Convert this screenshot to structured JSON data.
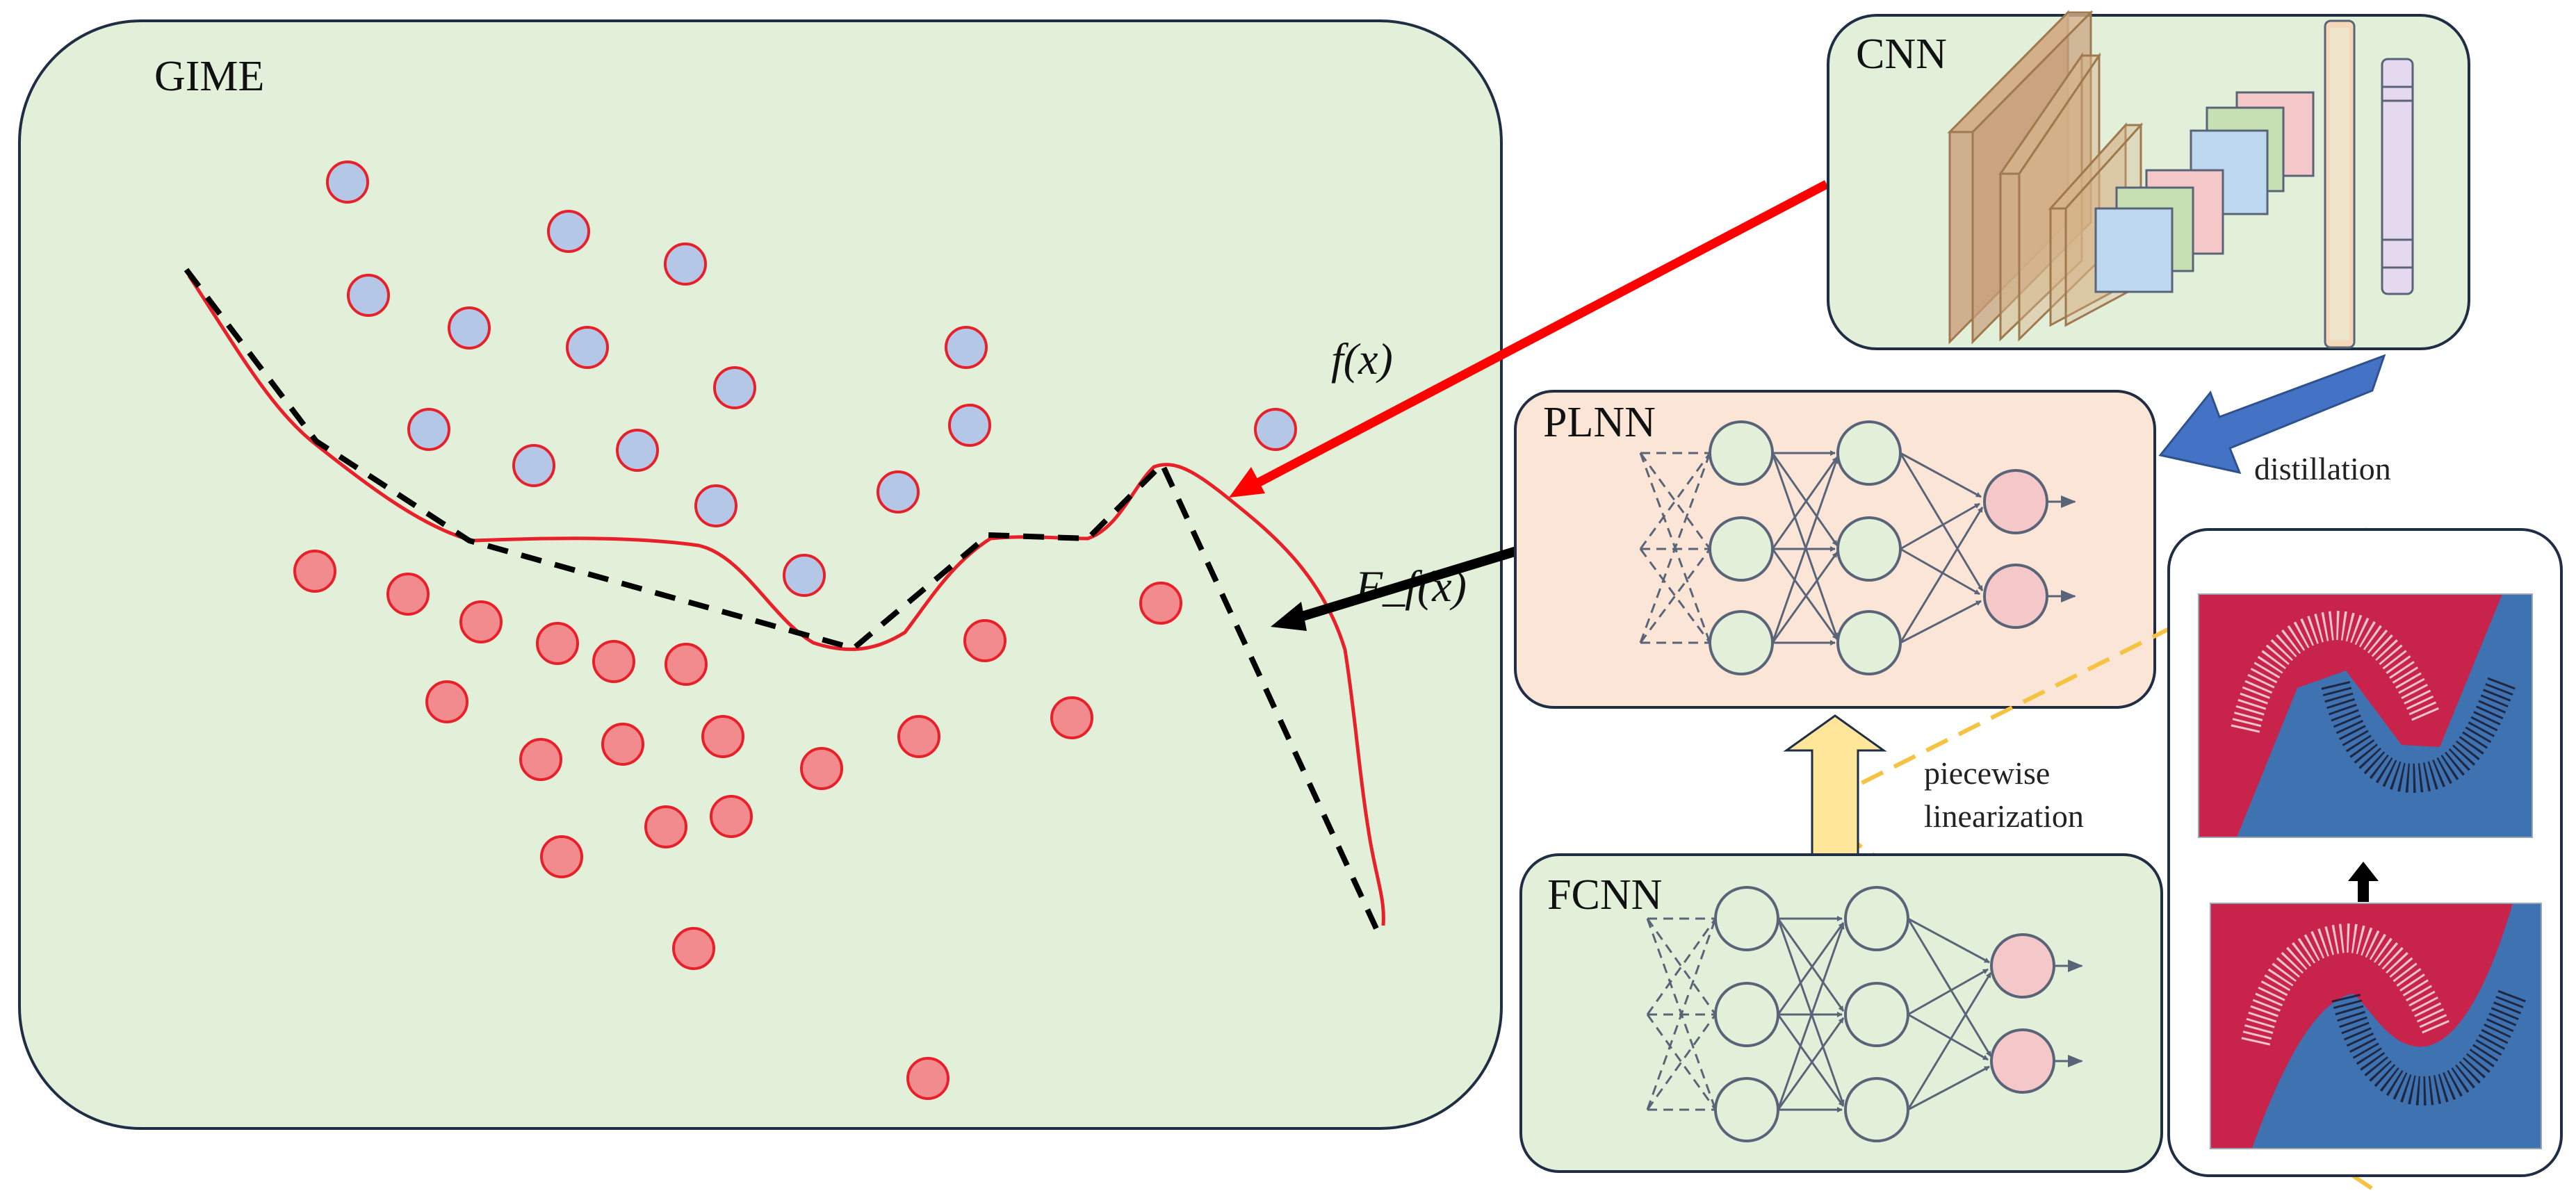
{
  "labels": {
    "gime": "GIME",
    "cnn": "CNN",
    "plnn": "PLNN",
    "fcnn": "FCNN",
    "fx": "f(x)",
    "ffx": "F_f(x)",
    "distillation": "distillation",
    "piecewise_line1": "piecewise",
    "piecewise_line2": "linearization"
  },
  "colors": {
    "green_panel": "#e2efd9",
    "peach_panel": "#fbe5d6",
    "panel_border": "#1f2d45",
    "blue_point": "#b4c7e7",
    "red_point": "#f28b8e",
    "point_border": "#e8202a",
    "red_curve": "#e8202a",
    "black_dash": "#000000",
    "node_green": "#e2efd9",
    "node_pink": "#f4c7c9",
    "node_stroke": "#5a6478",
    "arrow_red": "#ff0000",
    "arrow_blue": "#4472c4",
    "arrow_yellow": "#ffe699",
    "dash_yellow": "#f5c242",
    "moon_red": "#c8234a",
    "moon_blue": "#3f72b0"
  },
  "icons": {
    "cnn_diagram": "cnn-architecture-icon",
    "network": "neural-network-icon",
    "moons": "two-moons-plot-icon"
  }
}
